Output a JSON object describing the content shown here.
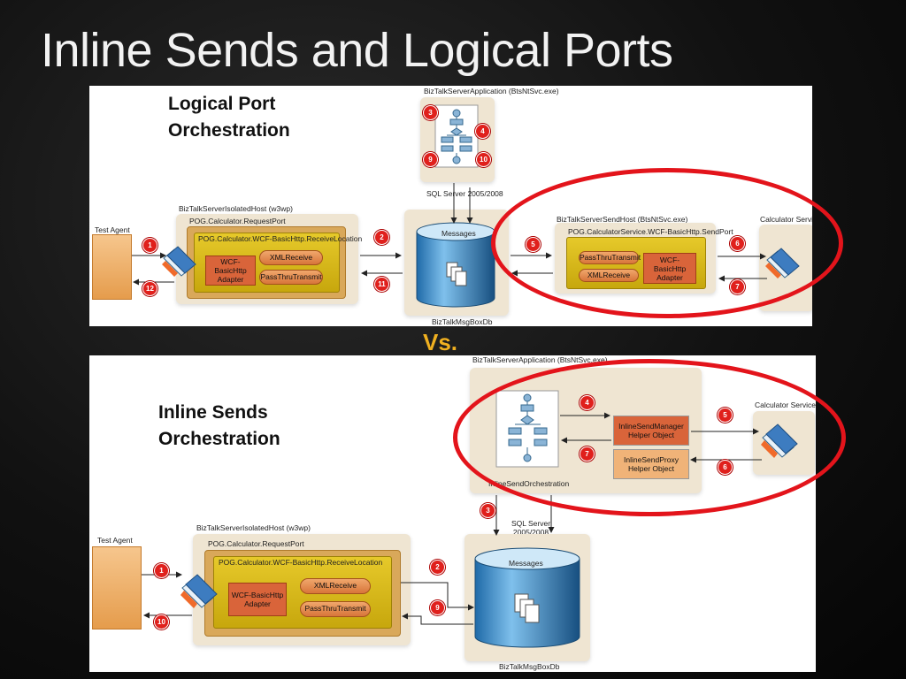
{
  "slide": {
    "title": "Inline Sends and Logical Ports",
    "vs": "Vs."
  },
  "top": {
    "label_line1": "Logical Port",
    "label_line2": "Orchestration",
    "app_host": "BizTalkServerApplication (BtsNtSvc.exe)",
    "sql": "SQL Server 2005/2008",
    "isolated_host": "BizTalkServerIsolatedHost (w3wp)",
    "request_port": "POG.Calculator.RequestPort",
    "receive_location": "POG.Calculator.WCF-BasicHttp.ReceiveLocation",
    "adapter": "WCF-BasicHttp Adapter",
    "xml_receive": "XMLReceive",
    "passthru_transmit": "PassThruTransmit",
    "test_agent": "Test Agent",
    "messages": "Messages",
    "msgbox": "BizTalkMsgBoxDb",
    "send_host": "BizTalkServerSendHost (BtsNtSvc.exe)",
    "send_port": "POG.CalculatorService.WCF-BasicHttp.SendPort",
    "send_passthru": "PassThruTransmit",
    "send_xml": "XMLReceive",
    "send_adapter": "WCF-BasicHttp Adapter",
    "calc_service": "Calculator Service",
    "badges": [
      "1",
      "2",
      "3",
      "4",
      "5",
      "6",
      "7",
      "9",
      "10",
      "11",
      "12"
    ]
  },
  "bottom": {
    "label_line1": "Inline Sends",
    "label_line2": "Orchestration",
    "app_host": "BizTalkServerApplication (BtsNtSvc.exe)",
    "inline_manager": "InlineSendManager Helper Object",
    "inline_proxy": "InlineSendProxy Helper Object",
    "orchestration": "InlineSendOrchestration",
    "calc_service": "Calculator Service",
    "sql": "SQL Server 2005/2008",
    "isolated_host": "BizTalkServerIsolatedHost (w3wp)",
    "request_port": "POG.Calculator.RequestPort",
    "receive_location": "POG.Calculator.WCF-BasicHttp.ReceiveLocation",
    "adapter": "WCF-BasicHttp Adapter",
    "xml_receive": "XMLReceive",
    "passthru_transmit": "PassThruTransmit",
    "test_agent": "Test Agent",
    "messages": "Messages",
    "msgbox": "BizTalkMsgBoxDb",
    "badges": [
      "1",
      "2",
      "3",
      "4",
      "5",
      "6",
      "7",
      "9",
      "10"
    ]
  },
  "colors": {
    "highlight_ring": "#e3141b",
    "badge": "#e0201c",
    "vs_text": "#f0b020"
  }
}
